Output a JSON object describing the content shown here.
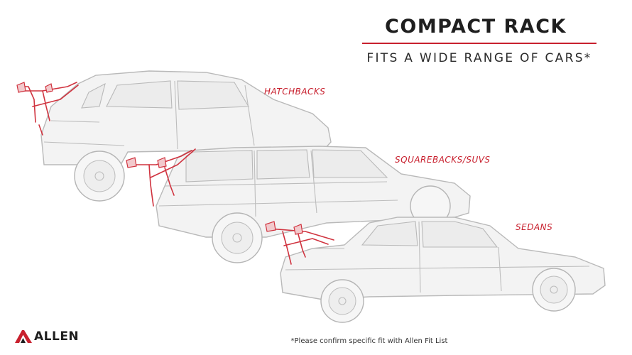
{
  "header": {
    "title": "COMPACT RACK",
    "subtitle": "FITS A WIDE RANGE OF CARS*"
  },
  "labels": {
    "hatchbacks": "HATCHBACKS",
    "squarebacks": "SQUAREBACKS/SUVS",
    "sedans": "SEDANS"
  },
  "footer": {
    "brand": "ALLEN",
    "disclaimer": "*Please confirm specific fit with Allen Fit List"
  },
  "colors": {
    "accent": "#c8202e",
    "car_outline": "#b9b9b9",
    "text": "#1f1f1f"
  },
  "icons": {
    "brand_logo": "allen-logo-icon"
  }
}
